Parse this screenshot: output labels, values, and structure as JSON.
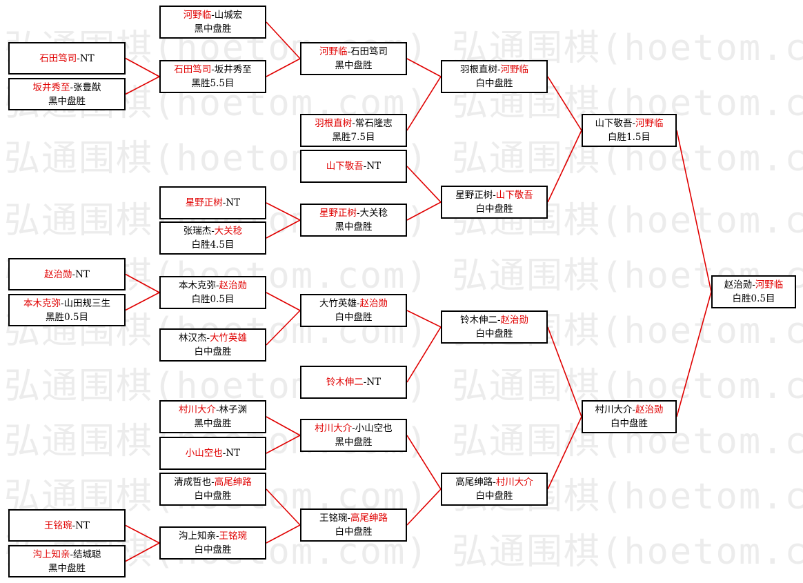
{
  "watermark": "弘通围棋(hoetom.com) 弘通围棋(hoetom.com",
  "colors": {
    "winner": "#e00000",
    "connector": "#e00000",
    "border": "#000000"
  },
  "matches": [
    {
      "id": "m1",
      "p1": "石田笃司",
      "p2": "NT",
      "winner": 1,
      "result": ""
    },
    {
      "id": "m2",
      "p1": "坂井秀至",
      "p2": "张豊猷",
      "winner": 1,
      "result": "黑中盘胜"
    },
    {
      "id": "m3",
      "p1": "赵治勋",
      "p2": "NT",
      "winner": 1,
      "result": ""
    },
    {
      "id": "m4",
      "p1": "本木克弥",
      "p2": "山田规三生",
      "winner": 1,
      "result": "黑胜0.5目"
    },
    {
      "id": "m5",
      "p1": "王铭琬",
      "p2": "NT",
      "winner": 1,
      "result": ""
    },
    {
      "id": "m6",
      "p1": "沟上知亲",
      "p2": "结城聪",
      "winner": 1,
      "result": "黑中盘胜"
    },
    {
      "id": "m7",
      "p1": "河野临",
      "p2": "山城宏",
      "winner": 1,
      "result": "黑中盘胜"
    },
    {
      "id": "m8",
      "p1": "石田笃司",
      "p2": "坂井秀至",
      "winner": 1,
      "result": "黑胜5.5目"
    },
    {
      "id": "m9",
      "p1": "星野正树",
      "p2": "NT",
      "winner": 1,
      "result": ""
    },
    {
      "id": "m10",
      "p1": "张瑞杰",
      "p2": "大关稔",
      "winner": 2,
      "result": "白胜4.5目"
    },
    {
      "id": "m11",
      "p1": "本木克弥",
      "p2": "赵治勋",
      "winner": 2,
      "result": "白胜0.5目"
    },
    {
      "id": "m12",
      "p1": "林汉杰",
      "p2": "大竹英雄",
      "winner": 2,
      "result": "白中盘胜"
    },
    {
      "id": "m13",
      "p1": "村川大介",
      "p2": "林子渊",
      "winner": 1,
      "result": "黑中盘胜"
    },
    {
      "id": "m14",
      "p1": "小山空也",
      "p2": "NT",
      "winner": 1,
      "result": ""
    },
    {
      "id": "m15",
      "p1": "清成哲也",
      "p2": "高尾绅路",
      "winner": 2,
      "result": "白中盘胜"
    },
    {
      "id": "m16",
      "p1": "沟上知亲",
      "p2": "王铭琬",
      "winner": 2,
      "result": "白中盘胜"
    },
    {
      "id": "m17",
      "p1": "河野临",
      "p2": "石田笃司",
      "winner": 1,
      "result": "黑中盘胜"
    },
    {
      "id": "m18",
      "p1": "羽根直树",
      "p2": "常石隆志",
      "winner": 1,
      "result": "黑胜7.5目"
    },
    {
      "id": "m19",
      "p1": "山下敬吾",
      "p2": "NT",
      "winner": 1,
      "result": ""
    },
    {
      "id": "m20",
      "p1": "星野正树",
      "p2": "大关稔",
      "winner": 1,
      "result": "黑中盘胜"
    },
    {
      "id": "m21",
      "p1": "大竹英雄",
      "p2": "赵治勋",
      "winner": 2,
      "result": "白中盘胜"
    },
    {
      "id": "m22",
      "p1": "铃木伸二",
      "p2": "NT",
      "winner": 1,
      "result": ""
    },
    {
      "id": "m23",
      "p1": "村川大介",
      "p2": "小山空也",
      "winner": 1,
      "result": "黑中盘胜"
    },
    {
      "id": "m24",
      "p1": "王铭琬",
      "p2": "高尾绅路",
      "winner": 2,
      "result": "白中盘胜"
    },
    {
      "id": "m25",
      "p1": "羽根直树",
      "p2": "河野临",
      "winner": 2,
      "result": "白中盘胜"
    },
    {
      "id": "m26",
      "p1": "星野正树",
      "p2": "山下敬吾",
      "winner": 2,
      "result": "白中盘胜"
    },
    {
      "id": "m27",
      "p1": "铃木伸二",
      "p2": "赵治勋",
      "winner": 2,
      "result": "白中盘胜"
    },
    {
      "id": "m28",
      "p1": "高尾绅路",
      "p2": "村川大介",
      "winner": 2,
      "result": "白中盘胜"
    },
    {
      "id": "m29",
      "p1": "山下敬吾",
      "p2": "河野临",
      "winner": 2,
      "result": "白胜1.5目"
    },
    {
      "id": "m30",
      "p1": "村川大介",
      "p2": "赵治勋",
      "winner": 2,
      "result": "白中盘胜"
    },
    {
      "id": "m31",
      "p1": "赵治勋",
      "p2": "河野临",
      "winner": 2,
      "result": "白胜0.5目"
    }
  ],
  "edges": [
    [
      "m1",
      "m8"
    ],
    [
      "m2",
      "m8"
    ],
    [
      "m3",
      "m11"
    ],
    [
      "m4",
      "m11"
    ],
    [
      "m5",
      "m16"
    ],
    [
      "m6",
      "m16"
    ],
    [
      "m7",
      "m17"
    ],
    [
      "m8",
      "m17"
    ],
    [
      "m9",
      "m20"
    ],
    [
      "m10",
      "m20"
    ],
    [
      "m11",
      "m21"
    ],
    [
      "m12",
      "m21"
    ],
    [
      "m13",
      "m23"
    ],
    [
      "m14",
      "m23"
    ],
    [
      "m15",
      "m24"
    ],
    [
      "m16",
      "m24"
    ],
    [
      "m17",
      "m25"
    ],
    [
      "m18",
      "m25"
    ],
    [
      "m19",
      "m26"
    ],
    [
      "m20",
      "m26"
    ],
    [
      "m21",
      "m27"
    ],
    [
      "m22",
      "m27"
    ],
    [
      "m23",
      "m28"
    ],
    [
      "m24",
      "m28"
    ],
    [
      "m25",
      "m29"
    ],
    [
      "m26",
      "m29"
    ],
    [
      "m27",
      "m30"
    ],
    [
      "m28",
      "m30"
    ],
    [
      "m29",
      "m31"
    ],
    [
      "m30",
      "m31"
    ]
  ]
}
